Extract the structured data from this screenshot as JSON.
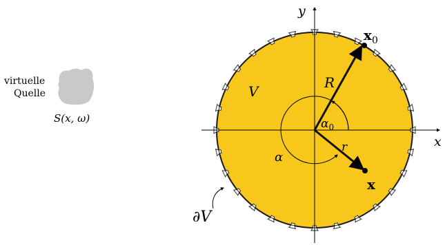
{
  "source": {
    "label_line1": "virtuelle",
    "label_line2": "Quelle",
    "signal": "S(x, ω)"
  },
  "region": {
    "volume": "V",
    "boundary": "∂V",
    "fill_color": "#f7c81b"
  },
  "axes": {
    "x": "x",
    "y": "y"
  },
  "vectors": {
    "x0_label": "x",
    "x0_sub": "0",
    "x_label": "x",
    "R": "R",
    "r": "r",
    "alpha": "α",
    "alpha0": "α",
    "alpha0_sub": "0"
  },
  "loudspeaker_count": 28
}
